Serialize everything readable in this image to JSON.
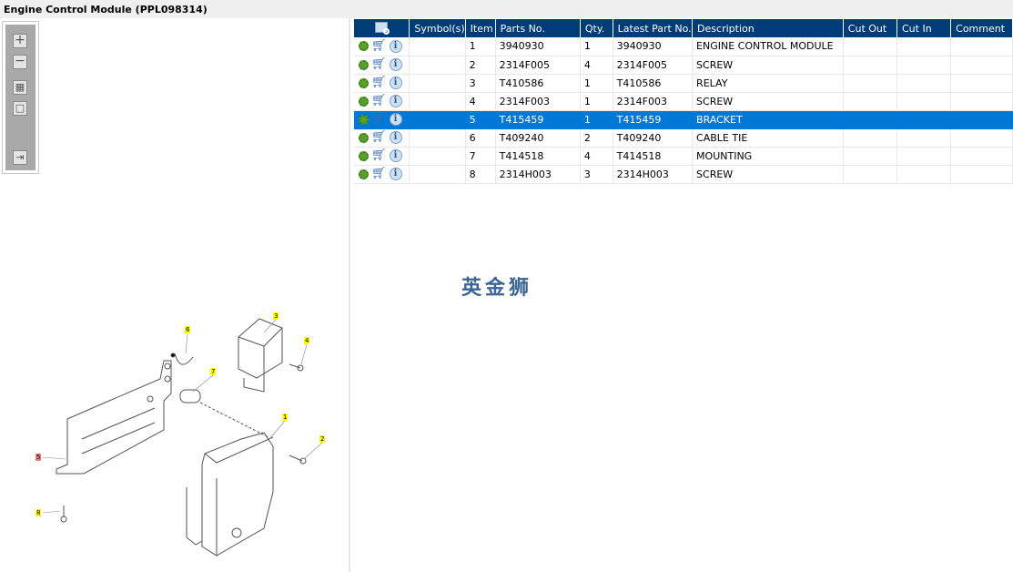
{
  "window": {
    "title": "Engine Control Module (PPL098314)"
  },
  "toolbar": {
    "zoom_in": "+",
    "zoom_out": "−",
    "fit": "▦",
    "actual": "□",
    "export": "⇥"
  },
  "diagram": {
    "callouts": [
      "1",
      "2",
      "3",
      "4",
      "5",
      "6",
      "7",
      "8"
    ],
    "highlighted": "5"
  },
  "table": {
    "headers": [
      "",
      "Symbol(s)",
      "Item",
      "Parts No.",
      "Qty.",
      "Latest Part No.",
      "Description",
      "Cut Out",
      "Cut In",
      "Comment"
    ],
    "selected_item": "5",
    "rows": [
      {
        "symbols": "",
        "item": "1",
        "part": "3940930",
        "qty": "1",
        "latest": "3940930",
        "desc": "ENGINE CONTROL MODULE",
        "cut_out": "",
        "cut_in": "",
        "comment": ""
      },
      {
        "symbols": "",
        "item": "2",
        "part": "2314F005",
        "qty": "4",
        "latest": "2314F005",
        "desc": "SCREW",
        "cut_out": "",
        "cut_in": "",
        "comment": ""
      },
      {
        "symbols": "",
        "item": "3",
        "part": "T410586",
        "qty": "1",
        "latest": "T410586",
        "desc": "RELAY",
        "cut_out": "",
        "cut_in": "",
        "comment": ""
      },
      {
        "symbols": "",
        "item": "4",
        "part": "2314F003",
        "qty": "1",
        "latest": "2314F003",
        "desc": "SCREW",
        "cut_out": "",
        "cut_in": "",
        "comment": ""
      },
      {
        "symbols": "",
        "item": "5",
        "part": "T415459",
        "qty": "1",
        "latest": "T415459",
        "desc": "BRACKET",
        "cut_out": "",
        "cut_in": "",
        "comment": ""
      },
      {
        "symbols": "",
        "item": "6",
        "part": "T409240",
        "qty": "2",
        "latest": "T409240",
        "desc": "CABLE TIE",
        "cut_out": "",
        "cut_in": "",
        "comment": ""
      },
      {
        "symbols": "",
        "item": "7",
        "part": "T414518",
        "qty": "4",
        "latest": "T414518",
        "desc": "MOUNTING",
        "cut_out": "",
        "cut_in": "",
        "comment": ""
      },
      {
        "symbols": "",
        "item": "8",
        "part": "2314H003",
        "qty": "3",
        "latest": "2314H003",
        "desc": "SCREW",
        "cut_out": "",
        "cut_in": "",
        "comment": ""
      }
    ]
  },
  "watermark": "英金狮",
  "colors": {
    "header": "#003c78",
    "selected": "#0078d7",
    "callout": "#ffff00",
    "callout_highlight": "#f08080"
  }
}
